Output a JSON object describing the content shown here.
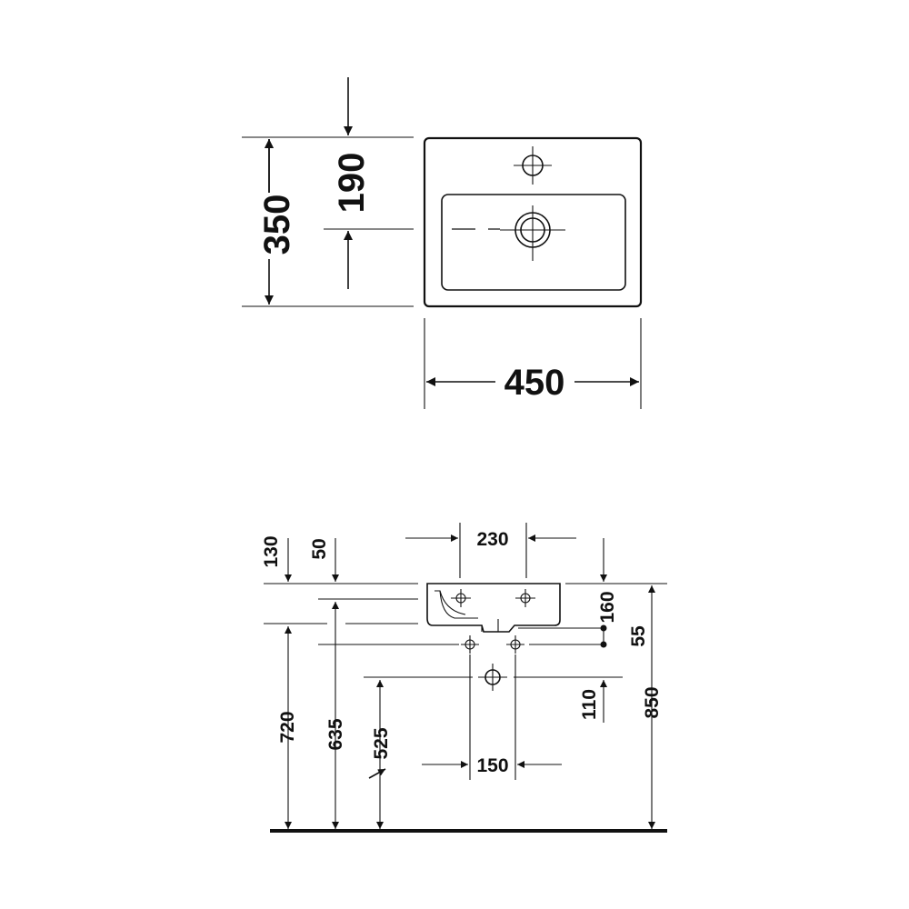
{
  "plan_view": {
    "depth_label": "350",
    "tap_offset_label": "190",
    "width_label": "450"
  },
  "elevation_view": {
    "label_130": "130",
    "label_50": "50",
    "label_230": "230",
    "label_160": "160",
    "label_55": "55",
    "label_110": "110",
    "label_850": "850",
    "label_720": "720",
    "label_635": "635",
    "label_525": "525",
    "label_150": "150"
  },
  "colors": {
    "ink": "#111111",
    "background": "#ffffff"
  }
}
